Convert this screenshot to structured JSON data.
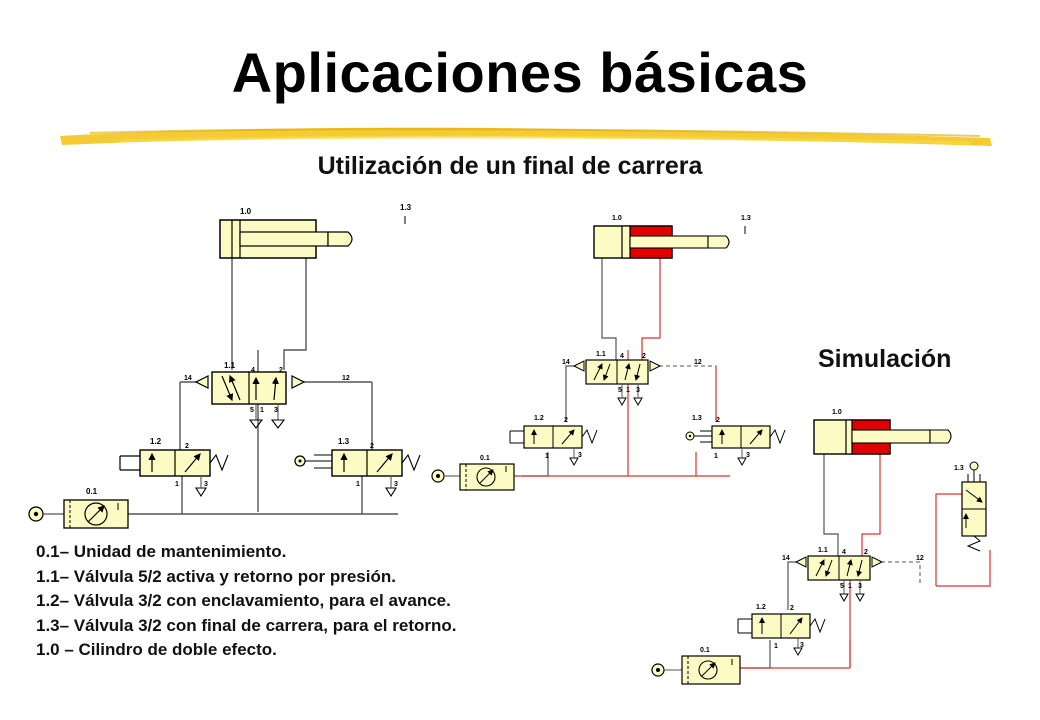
{
  "title": "Aplicaciones básicas",
  "subtitle": "Utilización de un final de carrera",
  "simulation_label": "Simulación",
  "legend": [
    "0.1– Unidad de mantenimiento.",
    "1.1– Válvula 5/2 activa y retorno por presión.",
    "1.2– Válvula 3/2 con enclavamiento, para el avance.",
    "1.3– Válvula 3/2 con final de carrera, para el retorno.",
    "1.0 – Cilindro de doble efecto."
  ],
  "component_labels": {
    "unit": "0.1",
    "valve_5_2": "1.1",
    "valve_3_2_start": "1.2",
    "valve_3_2_limit": "1.3",
    "cylinder": "1.0"
  },
  "port_labels": {
    "p1": "1",
    "p2": "2",
    "p3": "3",
    "p4": "4",
    "p5": "5",
    "p12": "12",
    "p14": "14"
  },
  "colors": {
    "component_fill": "#fdfbc4",
    "line": "#555555",
    "pressure_line": "#e03030",
    "pressure_fill": "#e00000",
    "brush_stroke": "#f2c20f"
  }
}
